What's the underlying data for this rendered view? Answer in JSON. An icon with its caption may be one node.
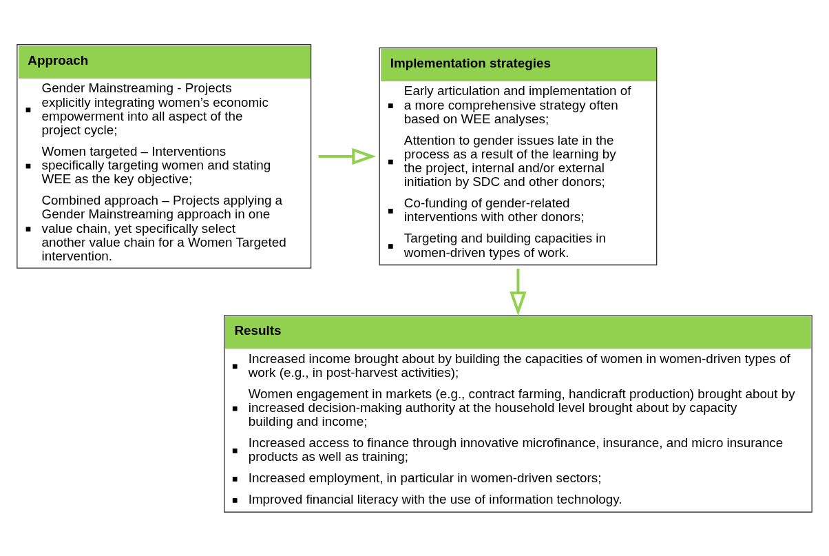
{
  "diagram": {
    "nodes": [
      {
        "text": [
          "Approach",
          "Gender Mainstreaming - Projects explicitly integrating women’s economic empowerment into all aspect of the project cycle;",
          "Women targeted – Interventions specifically targeting women and stating WEE as the key objective;",
          "Combined approach – Projects applying a Gender Mainstreaming approach in one value chain, yet specifically select another value chain for a Women Targeted intervention."
        ]
      },
      {
        "text": [
          "Implementation strategies",
          "Early articulation and implementation of a more comprehensive strategy often based on WEE analyses;",
          "Attention to gender issues late in the process as a result of the learning by the project, internal and/or external initiation by SDC and other donors;",
          "Co-funding of gender-related interventions with other donors;",
          "Targeting and building capacities in women-driven types of work."
        ]
      },
      {
        "text": [
          "Results",
          "Increased income brought about by building the capacities of women in women-driven types of work (e.g., in post-harvest activities);",
          "Women engagement in markets (e.g., contract farming, handicraft production) brought about by increased decision-making authority at the household level brought about by capacity building and income;",
          "Increased access to finance through innovative microfinance, insurance, and micro insurance products as well as training;",
          "Increased employment, in particular in women-driven sectors;",
          "Improved financial literacy with the use of information technology."
        ]
      }
    ],
    "edges": [
      {
        "from": 0,
        "to": 1,
        "arrow": "to"
      },
      {
        "from": 1,
        "to": 2,
        "arrow": "to"
      }
    ]
  }
}
